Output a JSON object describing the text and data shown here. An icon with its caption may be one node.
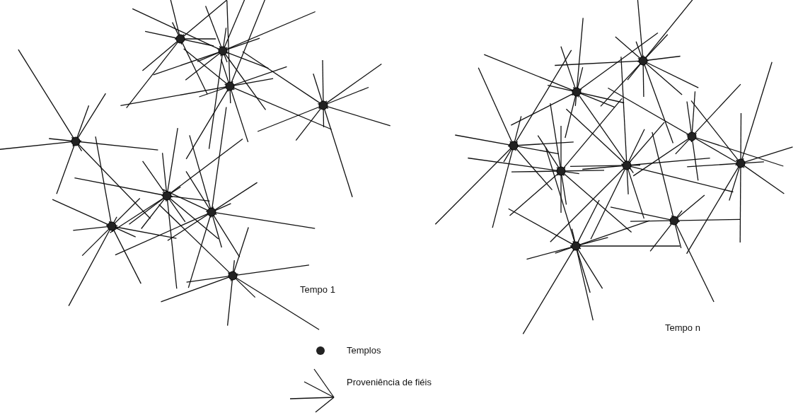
{
  "diagram": {
    "labels": [
      "Tempo 1",
      "Tempo n"
    ],
    "legend": [
      {
        "text": "Templos"
      },
      {
        "text": "Proveniência de fiéis"
      }
    ]
  }
}
